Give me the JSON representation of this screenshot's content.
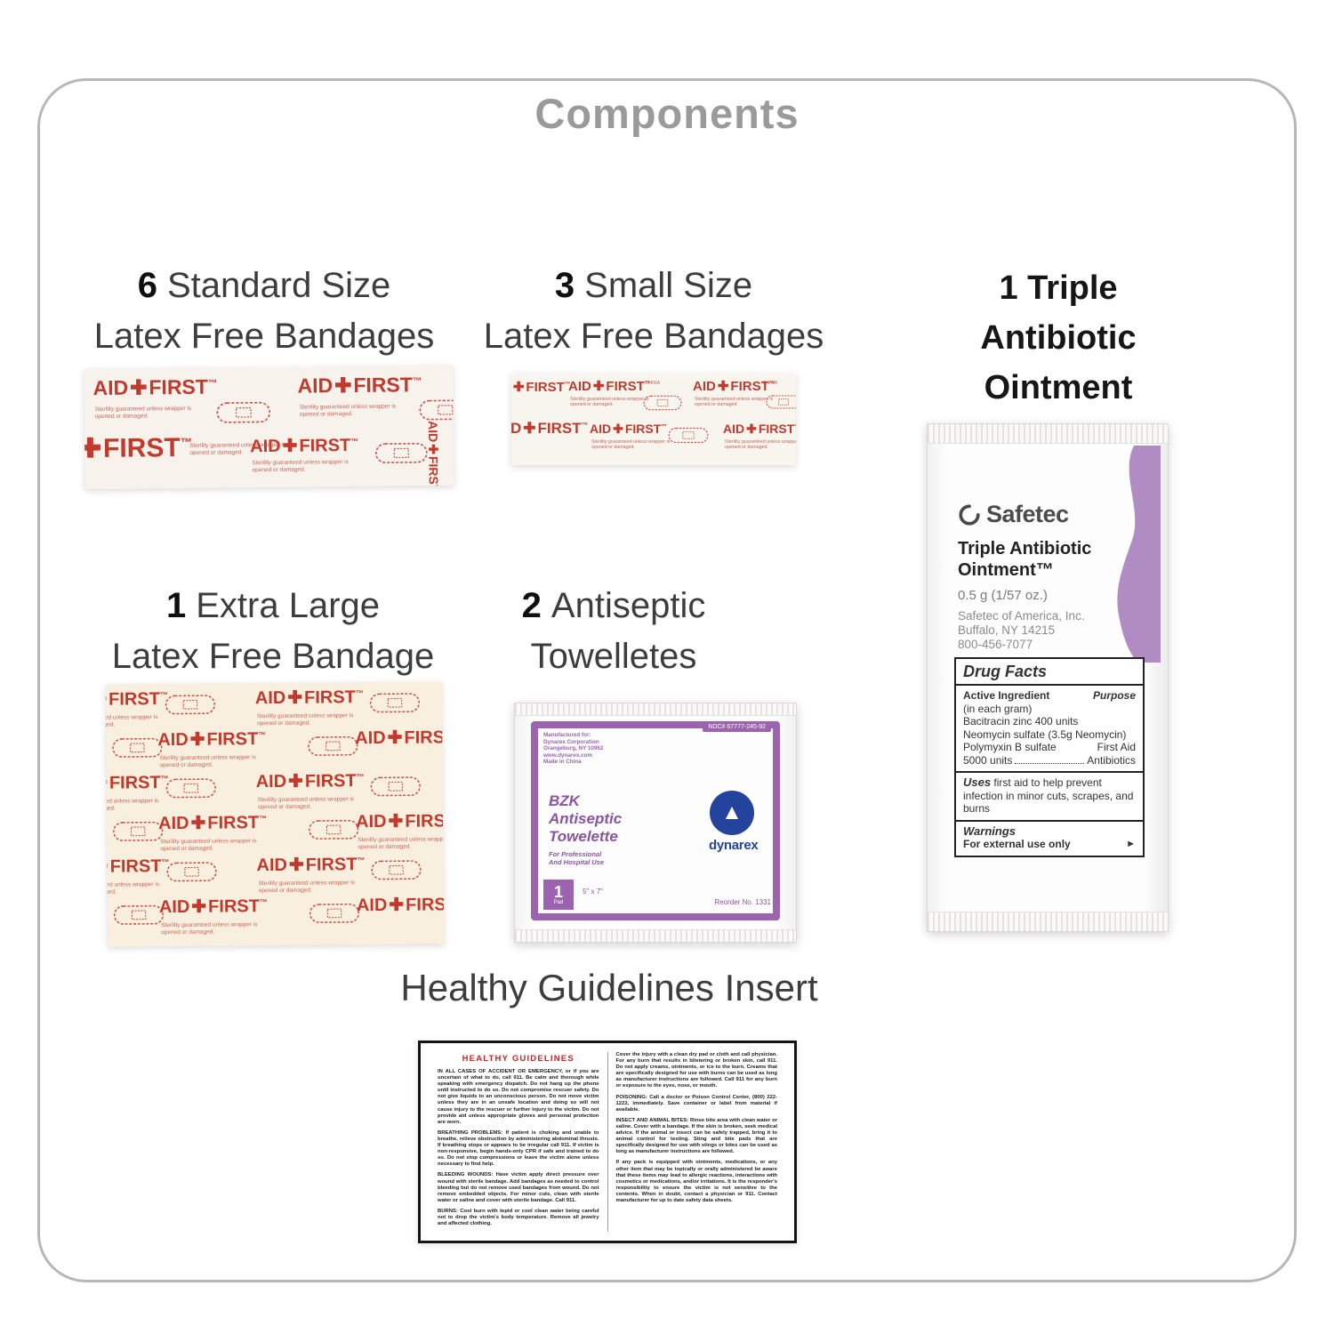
{
  "title": "Components",
  "labels": {
    "standard": {
      "count": "6",
      "rest": "Standard Size",
      "line2": "Latex Free Bandages"
    },
    "small": {
      "count": "3",
      "rest": "Small Size",
      "line2": "Latex Free Bandages"
    },
    "ointment": {
      "line1": "1 Triple",
      "line2": "Antibiotic",
      "line3": "Ointment"
    },
    "extra_large": {
      "count": "1",
      "rest": "Extra Large",
      "line2": "Latex Free Bandage"
    },
    "towelettes": {
      "count": "2",
      "rest": "Antiseptic",
      "line2": "Towelletes"
    },
    "insert": "Healthy Guidelines Insert"
  },
  "icons": {
    "cross": "✚",
    "arrow_right": "►",
    "brand_mark": "▲"
  },
  "colors": {
    "accent_red": "#c23a2e",
    "purple": "#9c64ae",
    "ribbon_purple": "#b18cc3",
    "dynarex_blue": "#24439c",
    "heading_gray": "#9a9a9a",
    "text_dark": "#3d3d3d"
  },
  "wrapper": {
    "aid": "AID",
    "first": "FIRST",
    "tm": "™",
    "sterility_1": "Sterility guaranteed unless wrapper is",
    "sterility_2": "opened or damaged.",
    "china": "CHINA"
  },
  "towelette": {
    "mfr": [
      "Manufactured for:",
      "Dynarex Corporation",
      "Orangeburg, NY 10962",
      "www.dynarex.com",
      "Made in China"
    ],
    "ndc": "NDC# 67777-245-92",
    "bzk": "BZK",
    "antiseptic": "Antiseptic",
    "towelette": "Towelette",
    "pro1": "For Professional",
    "pro2": "And Hospital Use",
    "brand": "dynarex",
    "count": "1",
    "pad": "Pad",
    "size": "5\" x 7\"",
    "reorder": "Reorder No. 1331"
  },
  "ointment": {
    "brand": "Safetec",
    "title1": "Triple Antibiotic",
    "title2": "Ointment™",
    "weight": "0.5 g (1/57 oz.)",
    "address": [
      "Safetec of America, Inc.",
      "Buffalo, NY 14215",
      "800-456-7077"
    ],
    "drug_facts": "Drug Facts",
    "active_ingredient": "Active Ingredient",
    "purpose": "Purpose",
    "in_each_gram": "(in each gram)",
    "ing1": "Bacitracin zinc 400 units",
    "ing2": "Neomycin sulfate (3.5g Neomycin)",
    "ing3": "Polymyxin B sulfate",
    "ing3_purpose": "First Aid",
    "ing4": "5000 units",
    "ing4_purpose": "Antibiotics",
    "uses": "Uses",
    "uses_text": "first aid to help prevent infection in minor cuts, scrapes, and burns",
    "warnings": "Warnings",
    "warnings_text": "For external use only"
  },
  "guidelines": {
    "heading": "Healthy Guidelines",
    "left": [
      "IN ALL CASES OF ACCIDENT OR EMERGENCY, or if you are uncertain of what to do, call 911. Be calm and thorough while speaking with emergency dispatch. Do not hang up the phone until instructed to do so. Do not compromise rescuer safety. Do not give liquids to an unconscious person. Do not move victim unless they are in an unsafe location and doing so will not cause injury to the rescuer or further injury to the victim. Do not provide aid unless appropriate gloves and personal protection are worn.",
      "BREATHING PROBLEMS: If patient is choking and unable to breathe, relieve obstruction by administering abdominal thrusts. If breathing stops or appears to be irregular call 911. If victim is non-responsive, begin hands-only CPR if safe and trained to do so. Do not stop compressions or leave the victim alone unless necessary to find help.",
      "BLEEDING WOUNDS: Have victim apply direct pressure over wound with sterile bandage. Add bandages as needed to control bleeding but do not remove used bandages from wound. Do not remove embedded objects. For minor cuts, clean with sterile water or saline and cover with sterile bandage. Call 911.",
      "BURNS: Cool burn with tepid or cool clean water being careful not to drop the victim's body temperature. Remove all jewelry and affected clothing."
    ],
    "right": [
      "Cover the injury with a clean dry pad or cloth and call physician. For any burn that results in blistering or broken skin, call 911. Do not apply creams, ointments, or ice to the burn. Creams that are specifically designed for use with burns can be used as long as manufacturer instructions are followed. Call 911 for any burn or exposure to the eyes, nose, or mouth.",
      "POISONING: Call a doctor or Poison Control Center, (800) 222-1222, immediately. Save container or label from material if available.",
      "INSECT AND ANIMAL BITES: Rinse bite area with clean water or saline. Cover with a bandage. If the skin is broken, seek medical advice. If the animal or insect can be safely trapped, bring it to animal control for testing. Sting and bite pads that are specifically designed for use with stings or bites can be used as long as manufacturer instructions are followed.",
      "If any pack is equipped with ointments, medications, or any other item that may be topically or orally administered be aware that these items may lead to allergic reactions, interactions with cosmetics or medications, and/or irritations. It is the responder's responsibility to ensure the victim is not sensitive to the contents. When in doubt, contact a physician or 911. Contact manufacturer for up to date safety data sheets."
    ]
  }
}
